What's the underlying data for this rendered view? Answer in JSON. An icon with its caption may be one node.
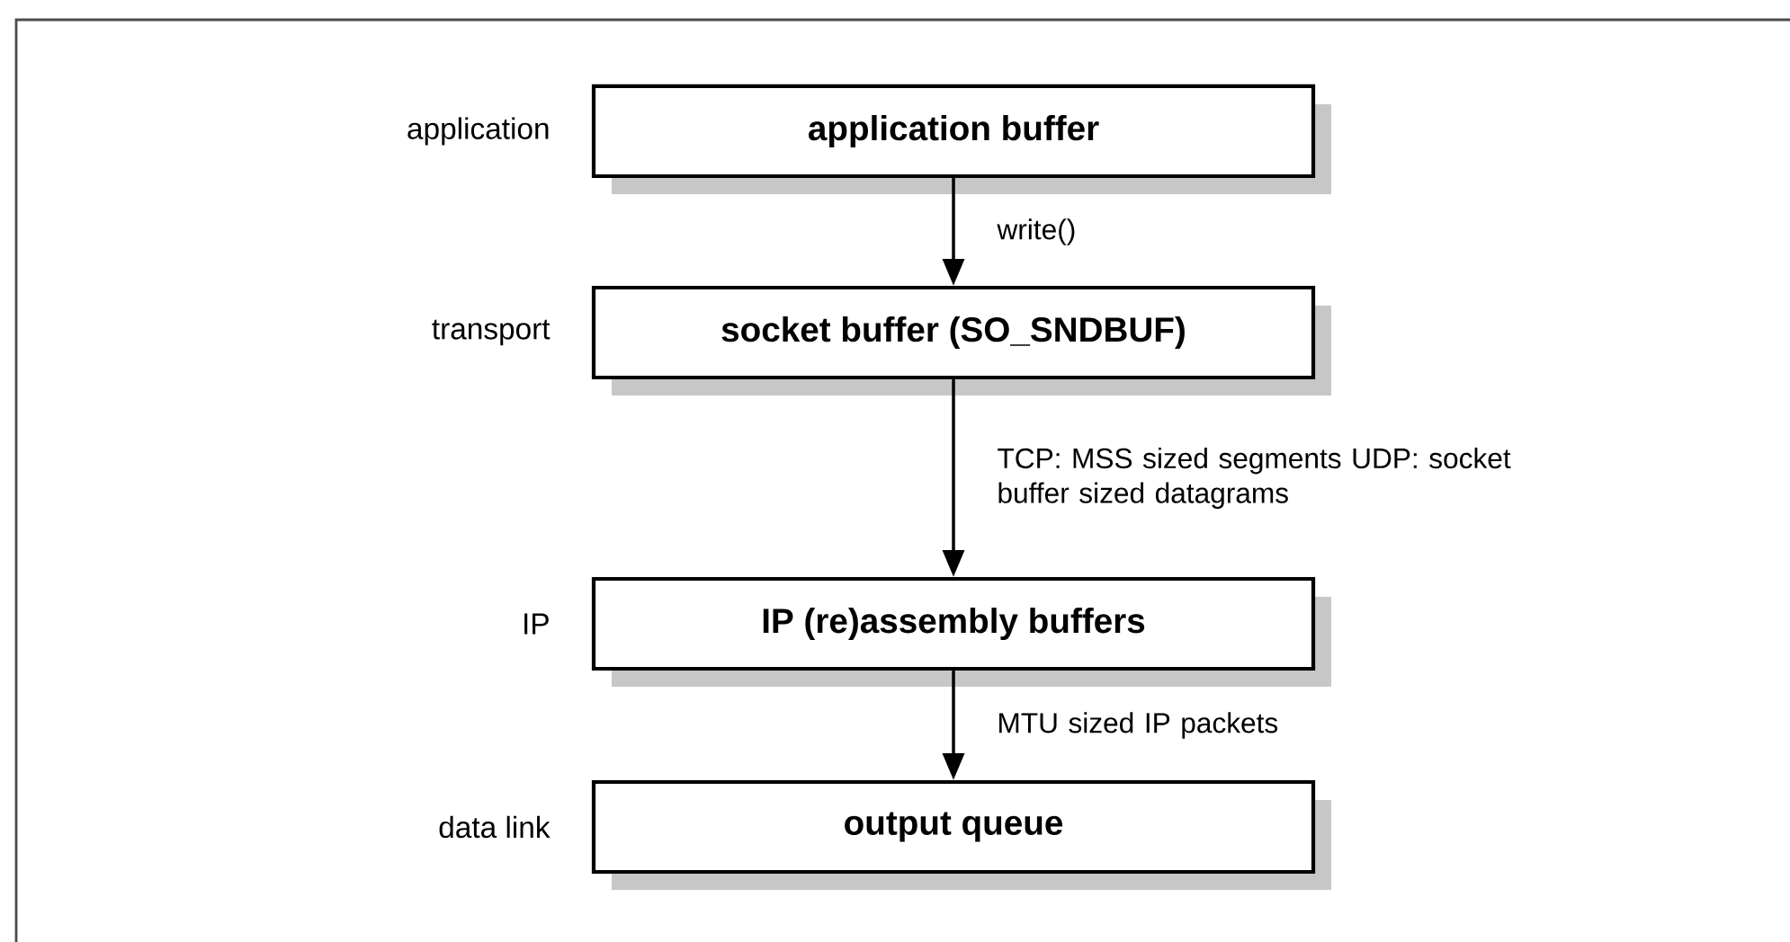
{
  "diagram": {
    "nodes": [
      {
        "text": [
          "application buffer"
        ],
        "beside": [
          "application"
        ]
      },
      {
        "text": [
          "socket buffer (SO_SNDBUF)"
        ],
        "beside": [
          "transport"
        ]
      },
      {
        "text": [
          "IP (re)assembly buffers"
        ],
        "beside": [
          "IP"
        ]
      },
      {
        "text": [
          "output queue"
        ],
        "beside": [
          "data link"
        ]
      }
    ],
    "edges": [
      {
        "from": 0,
        "to": 1,
        "arrow": "to",
        "label": "write()"
      },
      {
        "from": 1,
        "to": 2,
        "arrow": "to",
        "label": "TCP: MSS sized segments UDP: socket buffer sized datagrams"
      },
      {
        "from": 2,
        "to": 3,
        "arrow": "to",
        "label": "MTU sized IP packets"
      }
    ]
  }
}
